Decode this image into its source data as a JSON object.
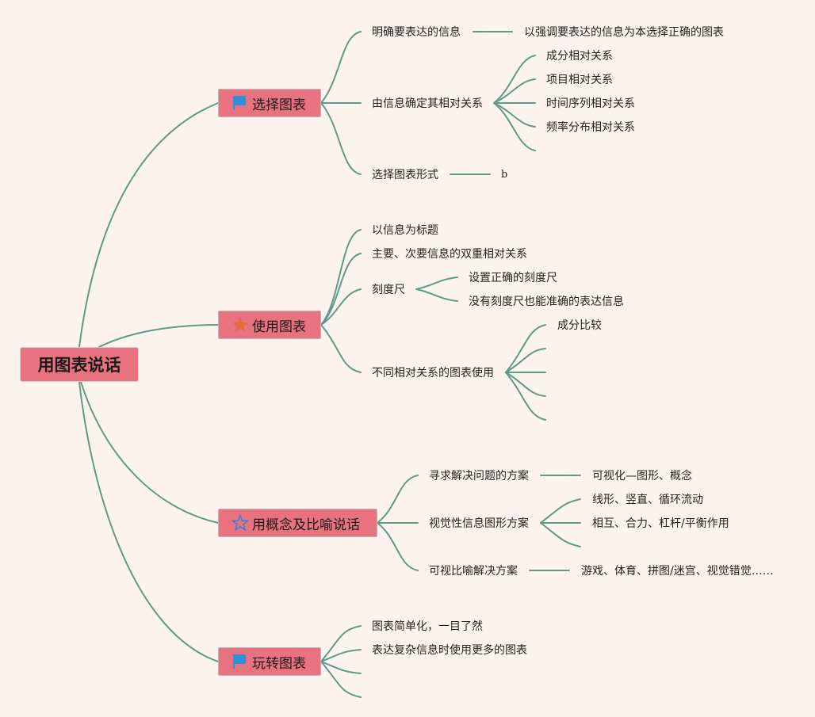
{
  "root": "用图表说话",
  "colors": {
    "background": "#fdf3ee",
    "node_fill": "#e8727f",
    "edge": "#5e9a8a",
    "flag_icon": "#2f8fd8",
    "star_icon": "#e36b3c",
    "star_outline_icon": "#3d7fd6"
  },
  "branches": [
    {
      "label": "选择图表",
      "icon": "flag-icon",
      "children": [
        {
          "label": "明确要表达的信息",
          "children": [
            {
              "label": "以强调要表达的信息为本选择正确的图表"
            }
          ]
        },
        {
          "label": "由信息确定其相对关系",
          "children": [
            {
              "label": "成分相对关系"
            },
            {
              "label": "项目相对关系"
            },
            {
              "label": "时间序列相对关系"
            },
            {
              "label": "频率分布相对关系"
            },
            {
              "label": ""
            }
          ]
        },
        {
          "label": "选择图表形式",
          "children": [
            {
              "label": "b"
            }
          ]
        }
      ]
    },
    {
      "label": "使用图表",
      "icon": "star-icon",
      "children": [
        {
          "label": "以信息为标题"
        },
        {
          "label": "主要、次要信息的双重相对关系"
        },
        {
          "label": "刻度尺",
          "children": [
            {
              "label": "设置正确的刻度尺"
            },
            {
              "label": "没有刻度尺也能准确的表达信息"
            }
          ]
        },
        {
          "label": "不同相对关系的图表使用",
          "children": [
            {
              "label": "成分比较"
            },
            {
              "label": ""
            },
            {
              "label": ""
            },
            {
              "label": ""
            },
            {
              "label": ""
            }
          ]
        }
      ]
    },
    {
      "label": "用概念及比喻说话",
      "icon": "star-outline-icon",
      "children": [
        {
          "label": "寻求解决问题的方案",
          "children": [
            {
              "label": "可视化—图形、概念"
            }
          ]
        },
        {
          "label": "视觉性信息图形方案",
          "children": [
            {
              "label": "线形、竖直、循环流动"
            },
            {
              "label": "相互、合力、杠杆/平衡作用"
            },
            {
              "label": ""
            }
          ]
        },
        {
          "label": "可视比喻解决方案",
          "children": [
            {
              "label": "游戏、体育、拼图/迷宫、视觉错觉……"
            }
          ]
        }
      ]
    },
    {
      "label": "玩转图表",
      "icon": "flag-icon",
      "children": [
        {
          "label": "图表简单化，一目了然"
        },
        {
          "label": "表达复杂信息时使用更多的图表"
        },
        {
          "label": ""
        },
        {
          "label": ""
        }
      ]
    }
  ]
}
